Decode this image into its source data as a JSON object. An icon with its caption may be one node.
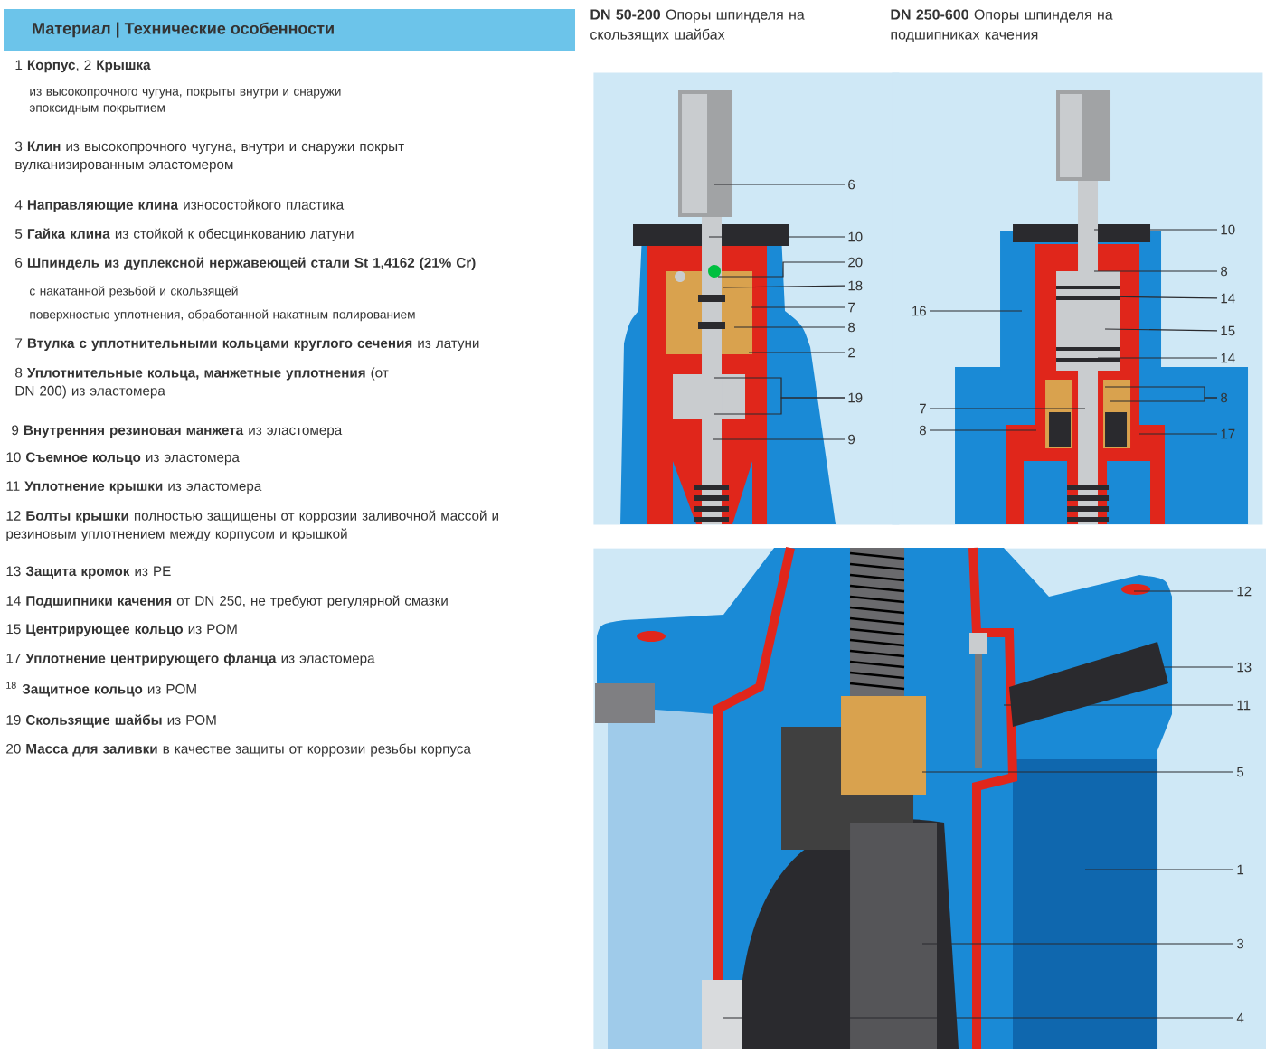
{
  "diagram": {
    "title": "Материал | Технические особенности",
    "nodes": [
      {
        "text": [
          "**DN 50-200** Опоры шпинделя на скользящих шайбах"
        ]
      },
      {
        "text": [
          "6"
        ],
        "in": 0
      },
      {
        "text": [
          "10"
        ],
        "in": 0
      },
      {
        "text": [
          "20"
        ],
        "in": 0
      },
      {
        "text": [
          "18"
        ],
        "in": 0
      },
      {
        "text": [
          "7"
        ],
        "in": 0
      },
      {
        "text": [
          "8"
        ],
        "in": 0
      },
      {
        "text": [
          "2"
        ],
        "in": 0
      },
      {
        "text": [
          "19"
        ],
        "in": 0
      },
      {
        "text": [
          "9"
        ],
        "in": 0
      },
      {
        "text": [
          "**DN 250-600** Опоры шпинделя на подшипниках качения"
        ]
      },
      {
        "text": [
          "10"
        ],
        "in": 10
      },
      {
        "text": [
          "8"
        ],
        "in": 10
      },
      {
        "text": [
          "14"
        ],
        "in": 10
      },
      {
        "text": [
          "16"
        ],
        "in": 10
      },
      {
        "text": [
          "15"
        ],
        "in": 10
      },
      {
        "text": [
          "14"
        ],
        "in": 10
      },
      {
        "text": [
          "8"
        ],
        "in": 10
      },
      {
        "text": [
          "7"
        ],
        "in": 10
      },
      {
        "text": [
          "8"
        ],
        "in": 10
      },
      {
        "text": [
          "17"
        ],
        "in": 10
      },
      {
        "text": [],
        "shape": "picture"
      },
      {
        "text": [
          "12"
        ],
        "in": 21
      },
      {
        "text": [
          "13"
        ],
        "in": 21
      },
      {
        "text": [
          "11"
        ],
        "in": 21
      },
      {
        "text": [
          "5"
        ],
        "in": 21
      },
      {
        "text": [
          "1"
        ],
        "in": 21
      },
      {
        "text": [
          "3"
        ],
        "in": 21
      },
      {
        "text": [
          "4"
        ],
        "in": 21
      }
    ],
    "edges": [
      {
        "from": 1,
        "to": null,
        "arrow": "none"
      },
      {
        "from": 2,
        "to": null,
        "arrow": "none"
      },
      {
        "from": 3,
        "to": null,
        "arrow": "none"
      },
      {
        "from": 4,
        "to": null,
        "arrow": "none"
      },
      {
        "from": 5,
        "to": null,
        "arrow": "none"
      },
      {
        "from": 6,
        "to": null,
        "arrow": "none"
      },
      {
        "from": 7,
        "to": null,
        "arrow": "none"
      },
      {
        "from": 8,
        "to": null,
        "arrow": "none"
      },
      {
        "from": 8,
        "to": null,
        "arrow": "none"
      },
      {
        "from": 9,
        "to": null,
        "arrow": "none"
      },
      {
        "from": 11,
        "to": null,
        "arrow": "none"
      },
      {
        "from": 12,
        "to": null,
        "arrow": "none"
      },
      {
        "from": 13,
        "to": null,
        "arrow": "none"
      },
      {
        "from": 14,
        "to": null,
        "arrow": "none"
      },
      {
        "from": 15,
        "to": null,
        "arrow": "none"
      },
      {
        "from": 16,
        "to": null,
        "arrow": "none"
      },
      {
        "from": 17,
        "to": null,
        "arrow": "none"
      },
      {
        "from": 17,
        "to": null,
        "arrow": "none"
      },
      {
        "from": 18,
        "to": null,
        "arrow": "none"
      },
      {
        "from": 19,
        "to": null,
        "arrow": "none"
      },
      {
        "from": 20,
        "to": null,
        "arrow": "none"
      },
      {
        "from": 22,
        "to": null,
        "arrow": "none"
      },
      {
        "from": 23,
        "to": null,
        "arrow": "none"
      },
      {
        "from": 24,
        "to": null,
        "arrow": "none"
      },
      {
        "from": 25,
        "to": null,
        "arrow": "none"
      },
      {
        "from": 26,
        "to": null,
        "arrow": "none"
      },
      {
        "from": 27,
        "to": null,
        "arrow": "none"
      },
      {
        "from": 28,
        "to": null,
        "arrow": "none"
      }
    ],
    "labels": [
      "1 **Корпус**, 2 **Крышка**",
      "из высокопрочного чугуна, покрыты внутри и снаружи эпоксидным покрытием",
      "3 **Клин** из высокопрочного чугуна, внутри и снаружи покрыт вулканизированным эластомером",
      "4 **Направляющие клина** износостойкого пластика",
      "5 **Гайка клина** из стойкой к обесцинкованию латуни",
      "6 **Шпиндель из дуплексной нержавеющей стали St 1,4162 (21% Cr)**",
      "с накатанной резьбой и скользящей",
      "поверхностью уплотнения, обработанной накатным полированием",
      "7 **Втулка с уплотнительными кольцами круглого сечения** из латуни",
      "8 **Уплотнительные кольца, манжетные уплотнения** (от DN 200) из эластомера",
      "9 **Внутренняя резиновая манжета** из эластомера",
      "10 **Съемное кольцо** из эластомера",
      "11 **Уплотнение крышки** из эластомера",
      "12 **Болты крышки** полностью защищены от коррозии заливочной массой и резиновым уплотнением между корпусом и крышкой",
      "13 **Защита кромок** из PE",
      "14 **Подшипники качения** от DN 250, не требуют регулярной смазки",
      "15 **Центрирующее кольцо** из POM",
      "17 **Уплотнение центрирующего фланца** из эластомера",
      "$^{18}$ **Защитное кольцо** из POM",
      "19 **Скользящие шайбы** из POM",
      "20 **Масса для заливки** в качестве защиты от коррозии резьбы корпуса"
    ]
  }
}
